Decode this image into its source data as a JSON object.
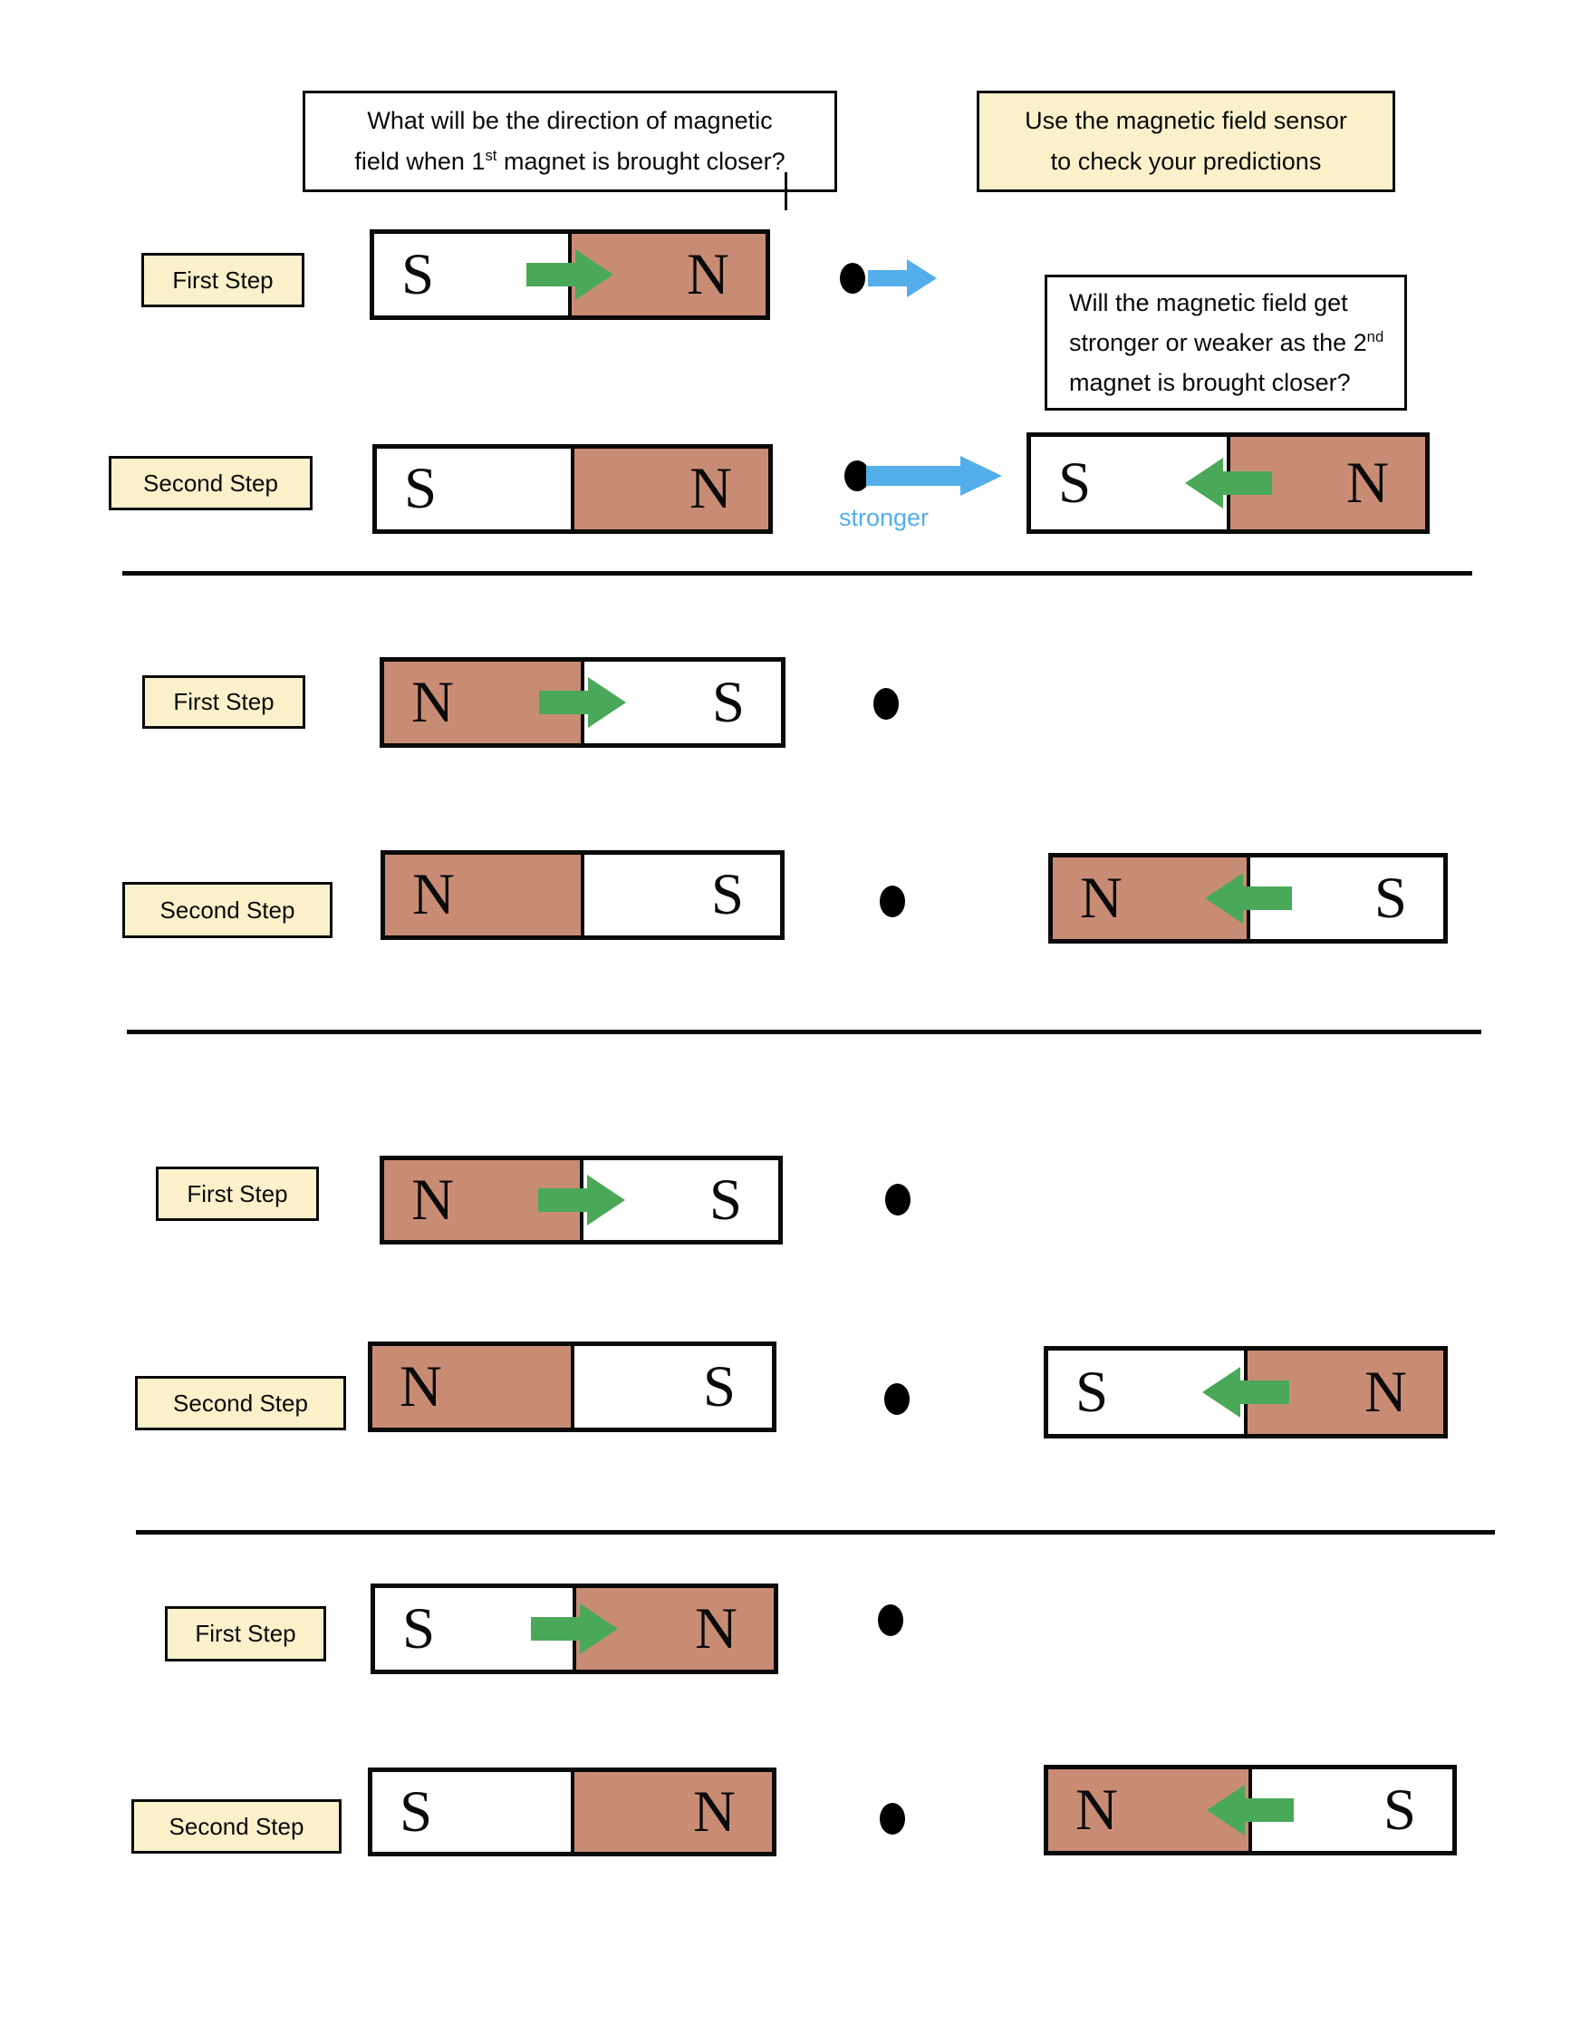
{
  "colors": {
    "magnet_n_pole_fill": "#c88c74",
    "magnet_s_pole_fill": "#ffffff",
    "green_field_arrow": "#4aa958",
    "blue_motion_arrow": "#53aee9",
    "label_background": "#faf0ca",
    "border_black": "#0a0a0a",
    "stronger_text": "#53aee9"
  },
  "top": {
    "question_box": {
      "line1": "What will be the direction of magnetic",
      "line2_pre": "field when 1",
      "line2_sup": "st",
      "line2_post": " magnet is brought closer?"
    },
    "sensor_box": {
      "line1": "Use the magnetic field sensor",
      "line2": "to check your predictions"
    }
  },
  "side_question_box": {
    "line1": "Will the magnetic field get",
    "line2_pre": "stronger or weaker as the 2",
    "line2_sup": "nd",
    "line3": "magnet is brought closer?"
  },
  "sections": [
    {
      "first_step": {
        "label": "First Step",
        "magnet": {
          "left_pole": "S",
          "right_pole": "N",
          "field_arrow": "right"
        }
      },
      "second_step": {
        "label": "Second Step",
        "magnet1": {
          "left_pole": "S",
          "right_pole": "N"
        },
        "annotation": "stronger",
        "magnet2": {
          "left_pole": "S",
          "right_pole": "N",
          "field_arrow": "left"
        }
      }
    },
    {
      "first_step": {
        "label": "First Step",
        "magnet": {
          "left_pole": "N",
          "right_pole": "S",
          "field_arrow": "right"
        }
      },
      "second_step": {
        "label": "Second Step",
        "magnet1": {
          "left_pole": "N",
          "right_pole": "S"
        },
        "magnet2": {
          "left_pole": "N",
          "right_pole": "S",
          "field_arrow": "left"
        }
      }
    },
    {
      "first_step": {
        "label": "First Step",
        "magnet": {
          "left_pole": "N",
          "right_pole": "S",
          "field_arrow": "right"
        }
      },
      "second_step": {
        "label": "Second Step",
        "magnet1": {
          "left_pole": "N",
          "right_pole": "S"
        },
        "magnet2": {
          "left_pole": "S",
          "right_pole": "N",
          "field_arrow": "left"
        }
      }
    },
    {
      "first_step": {
        "label": "First Step",
        "magnet": {
          "left_pole": "S",
          "right_pole": "N",
          "field_arrow": "right"
        }
      },
      "second_step": {
        "label": "Second Step",
        "magnet1": {
          "left_pole": "S",
          "right_pole": "N"
        },
        "magnet2": {
          "left_pole": "N",
          "right_pole": "S",
          "field_arrow": "left"
        }
      }
    }
  ]
}
